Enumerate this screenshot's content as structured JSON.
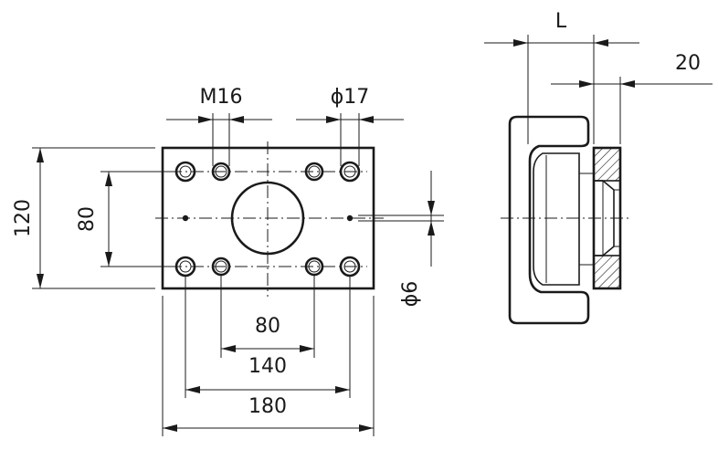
{
  "front_view": {
    "labels": {
      "thread": "M16",
      "hole_dia": "ϕ17",
      "height_outer": "120",
      "height_inner": "80",
      "pin_dia": "ϕ6",
      "width_80": "80",
      "width_140": "140",
      "width_180": "180"
    }
  },
  "side_view": {
    "labels": {
      "length": "L",
      "thickness": "20"
    }
  }
}
